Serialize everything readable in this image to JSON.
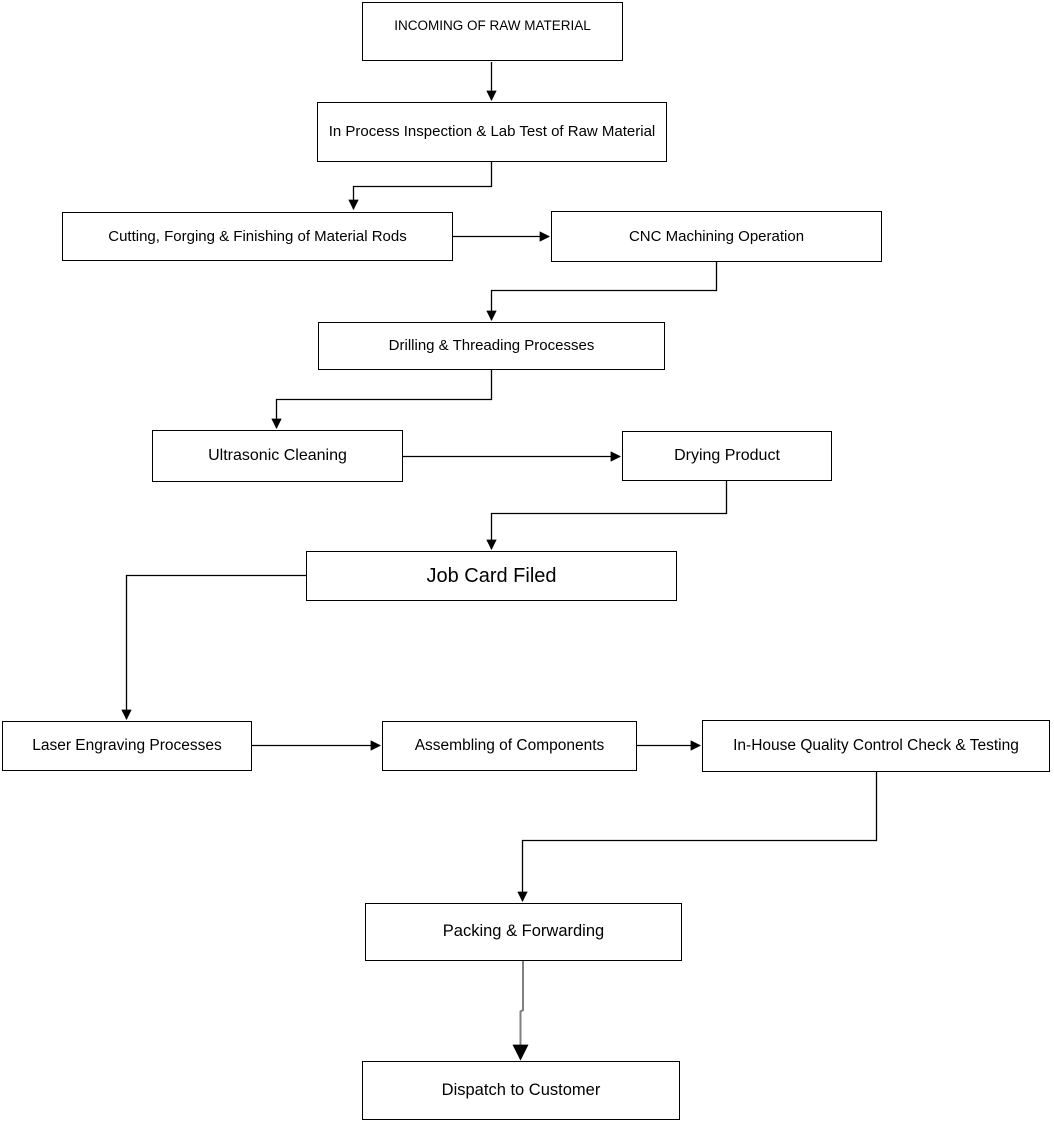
{
  "diagram": {
    "type": "flowchart",
    "background_color": "#ffffff",
    "box_fill": "#ffffff",
    "box_border_color": "#000000",
    "text_color": "#000000",
    "connector_color": "#000000",
    "connector_gray_color": "#808080",
    "nodes": [
      {
        "id": "incoming-raw-material",
        "label": "INCOMING OF RAW MATERIAL"
      },
      {
        "id": "in-process-inspection",
        "label": "In Process Inspection & Lab Test of Raw Material"
      },
      {
        "id": "cutting-forging-finishing",
        "label": "Cutting, Forging & Finishing of Material Rods"
      },
      {
        "id": "cnc-machining",
        "label": "CNC Machining Operation"
      },
      {
        "id": "drilling-threading",
        "label": "Drilling & Threading Processes"
      },
      {
        "id": "ultrasonic-cleaning",
        "label": "Ultrasonic Cleaning"
      },
      {
        "id": "drying-product",
        "label": "Drying Product"
      },
      {
        "id": "job-card-filed",
        "label": "Job Card Filed"
      },
      {
        "id": "laser-engraving",
        "label": "Laser Engraving Processes"
      },
      {
        "id": "assembling-components",
        "label": "Assembling of Components"
      },
      {
        "id": "quality-control",
        "label": "In-House Quality Control Check & Testing"
      },
      {
        "id": "packing-forwarding",
        "label": "Packing & Forwarding"
      },
      {
        "id": "dispatch-customer",
        "label": "Dispatch to Customer"
      }
    ],
    "edges": [
      {
        "from": "incoming-raw-material",
        "to": "in-process-inspection"
      },
      {
        "from": "in-process-inspection",
        "to": "cutting-forging-finishing"
      },
      {
        "from": "cutting-forging-finishing",
        "to": "cnc-machining"
      },
      {
        "from": "cnc-machining",
        "to": "drilling-threading"
      },
      {
        "from": "drilling-threading",
        "to": "ultrasonic-cleaning"
      },
      {
        "from": "ultrasonic-cleaning",
        "to": "drying-product"
      },
      {
        "from": "drying-product",
        "to": "job-card-filed"
      },
      {
        "from": "job-card-filed",
        "to": "laser-engraving"
      },
      {
        "from": "laser-engraving",
        "to": "assembling-components"
      },
      {
        "from": "assembling-components",
        "to": "quality-control"
      },
      {
        "from": "quality-control",
        "to": "packing-forwarding"
      },
      {
        "from": "packing-forwarding",
        "to": "dispatch-customer"
      }
    ]
  }
}
